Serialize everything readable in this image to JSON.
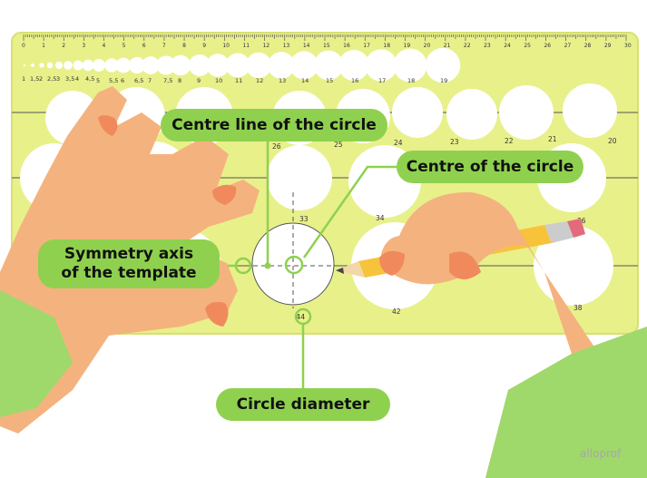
{
  "callouts": {
    "centre_line": "Centre line of the circle",
    "centre": "Centre of the circle",
    "symmetry_line1": "Symmetry axis",
    "symmetry_line2": "of the template",
    "diameter": "Circle diameter"
  },
  "ruler": {
    "scale": [
      "0",
      "1",
      "2",
      "3",
      "4",
      "5",
      "6",
      "7",
      "8",
      "9",
      "10",
      "11",
      "12",
      "13",
      "14",
      "15",
      "16",
      "17",
      "18",
      "19",
      "20",
      "21",
      "22",
      "23",
      "24",
      "25",
      "26",
      "27",
      "28",
      "29",
      "30"
    ],
    "small_sizes": [
      "1",
      "1,5",
      "2",
      "2,5",
      "3",
      "3,5",
      "4",
      "4,5",
      "5",
      "5,5",
      "6",
      "6,5",
      "7",
      "7,5",
      "8",
      "9",
      "10",
      "11",
      "12",
      "13",
      "14",
      "15",
      "16",
      "17",
      "18",
      "19"
    ],
    "row2_sizes": [
      "26",
      "25",
      "24",
      "23",
      "22",
      "21",
      "20"
    ],
    "row3_sizes": [
      "33",
      "34",
      "36"
    ],
    "row4_sizes": [
      "44",
      "42",
      "38"
    ]
  },
  "watermark": "alloprof",
  "colors": {
    "template": "#e8f08a",
    "template_edge": "#d8e070",
    "callout": "#8fd14f",
    "skin": "#f4b37e",
    "nail": "#f08a5d",
    "sleeve": "#9fd86b",
    "pencil": "#f7c33b"
  }
}
